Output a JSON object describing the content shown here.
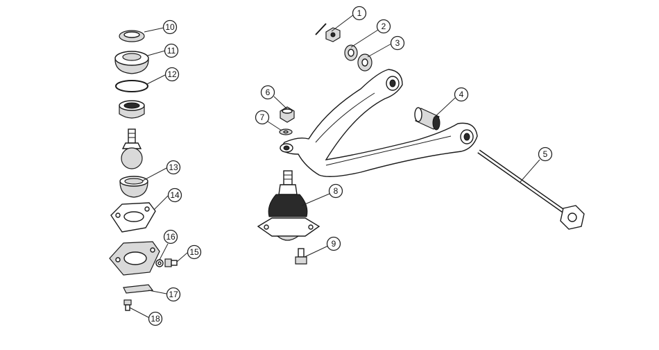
{
  "colors": {
    "line": "#1a1a1a",
    "boot": "#2a2a2a",
    "shade": "#d9d9d9",
    "background": "#ffffff"
  },
  "callouts": [
    {
      "id": "c1",
      "label": "1"
    },
    {
      "id": "c2",
      "label": "2"
    },
    {
      "id": "c3",
      "label": "3"
    },
    {
      "id": "c4",
      "label": "4"
    },
    {
      "id": "c5",
      "label": "5"
    },
    {
      "id": "c6",
      "label": "6"
    },
    {
      "id": "c7",
      "label": "7"
    },
    {
      "id": "c8",
      "label": "8"
    },
    {
      "id": "c9",
      "label": "9"
    },
    {
      "id": "c10",
      "label": "10"
    },
    {
      "id": "c11",
      "label": "11"
    },
    {
      "id": "c12",
      "label": "12"
    },
    {
      "id": "c13",
      "label": "13"
    },
    {
      "id": "c14",
      "label": "14"
    },
    {
      "id": "c15",
      "label": "15"
    },
    {
      "id": "c16",
      "label": "16"
    },
    {
      "id": "c17",
      "label": "17"
    },
    {
      "id": "c18",
      "label": "18"
    }
  ]
}
